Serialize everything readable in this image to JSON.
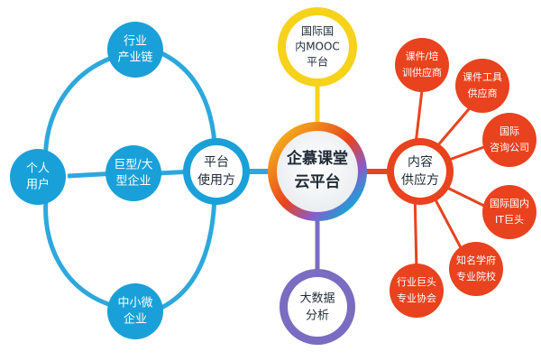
{
  "center": {
    "lines": [
      "企慕课堂",
      "云平台"
    ]
  },
  "platform_users": {
    "lines": [
      "平台",
      "使用方"
    ]
  },
  "content_suppliers": {
    "lines": [
      "内容",
      "供应方"
    ]
  },
  "mooc": {
    "lines": [
      "国际国",
      "内MOOC",
      "平台"
    ]
  },
  "big_data": {
    "lines": [
      "大数据",
      "分析"
    ]
  },
  "user_types": [
    {
      "lines": [
        "行业",
        "产业链"
      ]
    },
    {
      "lines": [
        "巨型/大",
        "型企业"
      ]
    },
    {
      "lines": [
        "个人",
        "用户"
      ]
    },
    {
      "lines": [
        "中小微",
        "企业"
      ]
    }
  ],
  "supplier_types": [
    {
      "lines": [
        "课件/培",
        "训供应商"
      ]
    },
    {
      "lines": [
        "课件工具",
        "供应商"
      ]
    },
    {
      "lines": [
        "国际",
        "咨询公司"
      ]
    },
    {
      "lines": [
        "国际国内",
        "IT巨头"
      ]
    },
    {
      "lines": [
        "知名学府",
        "专业院校"
      ]
    },
    {
      "lines": [
        "行业巨头",
        "专业协会"
      ]
    }
  ],
  "colors": {
    "blue": "#1aa0d8",
    "blue_line": "#2ea8dc",
    "red": "#e8431e",
    "yellow": "#f6d21a",
    "purple": "#7a6cc0",
    "center_text": "#1f2a36"
  }
}
